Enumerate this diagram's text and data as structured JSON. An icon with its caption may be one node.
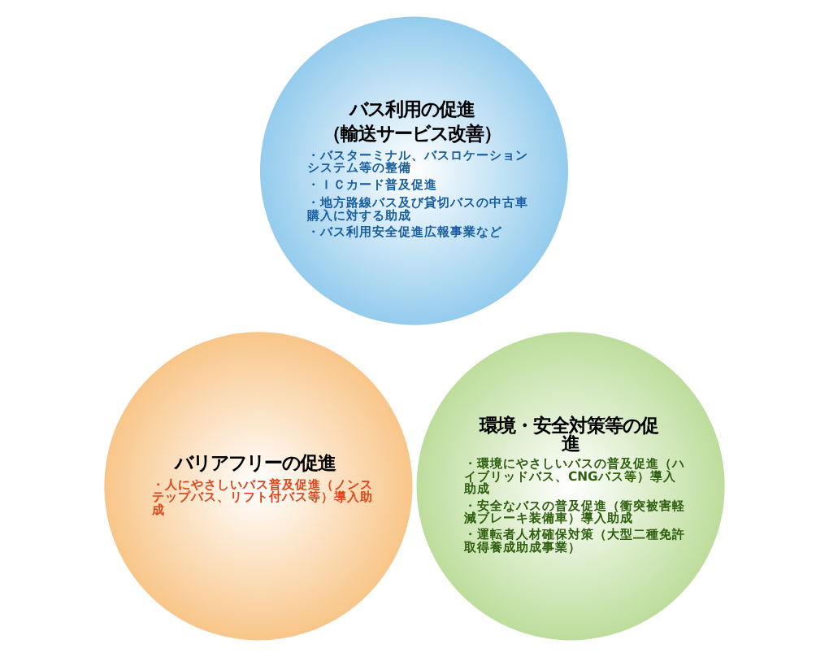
{
  "diagram": {
    "nodes": [
      {
        "text": [
          "バス利用の促進",
          "（輸送サービス改善）",
          "・バスターミナル、バスロケーションシステム等の整備",
          "・ＩＣカード普及促進",
          "・地方路線バス及び貸切バスの中古車購入に対する助成",
          "・バス利用安全促進広報事業など"
        ]
      },
      {
        "text": [
          "バリアフリーの促進",
          "・人にやさしいバス普及促進（ノンステップバス、リフト付バス等）導入助成"
        ]
      },
      {
        "text": [
          "環境・安全対策等の促進",
          "・環境にやさしいバスの普及促進（ハイブリッドバス、CNGバス等）導入助成",
          "・安全なバスの普及促進（衝突被害軽減ブレーキ装備車）導入助成",
          "・運転者人材確保対策（大型二種免許取得養成助成事業）"
        ]
      }
    ],
    "edges": []
  }
}
